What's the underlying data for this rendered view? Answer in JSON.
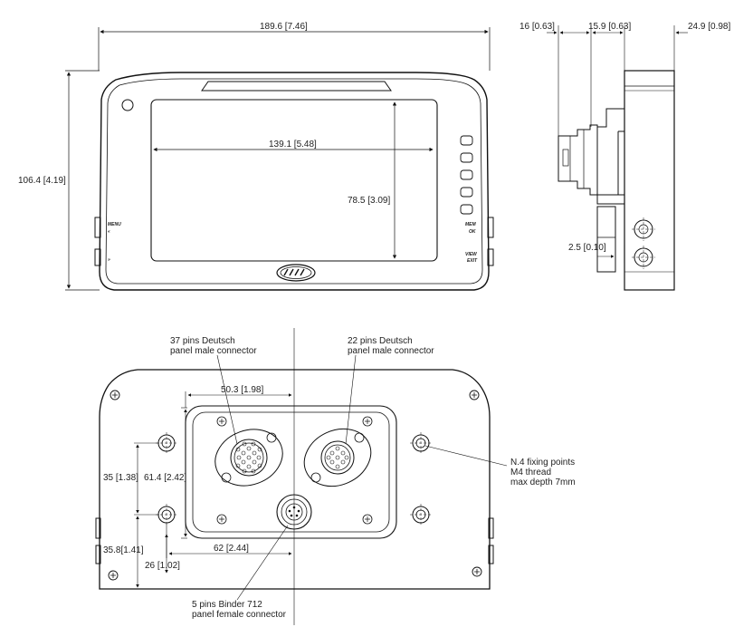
{
  "front_view": {
    "width_dim": "189.6 [7.46]",
    "height_dim": "106.4 [4.19]",
    "screen_width_dim": "139.1 [5.48]",
    "screen_height_dim": "78.5 [3.09]",
    "left_labels": [
      "MENU",
      "«",
      "»"
    ],
    "right_labels": [
      "MEM",
      "OK",
      "VIEW",
      "EXIT"
    ]
  },
  "side_view": {
    "dim_a": "16 [0.63]",
    "dim_b": "15.9 [0.63]",
    "dim_c": "24.9 [0.98]",
    "dim_d": "2.5 [0.10]"
  },
  "rear_view": {
    "callout_37_line1": "37 pins Deutsch",
    "callout_37_line2": "panel male connector",
    "callout_22_line1": "22 pins Deutsch",
    "callout_22_line2": "panel male connector",
    "callout_fix_line1": "N.4 fixing points",
    "callout_fix_line2": "M4 thread",
    "callout_fix_line3": "max depth 7mm",
    "callout_binder_line1": "5 pins Binder 712",
    "callout_binder_line2": "panel female connector",
    "dim_503": "50.3 [1.98]",
    "dim_35": "35 [1.38]",
    "dim_614": "61.4 [2.42]",
    "dim_62": "62 [2.44]",
    "dim_358": "35.8[1.41]",
    "dim_26": "26 [1.02]"
  }
}
